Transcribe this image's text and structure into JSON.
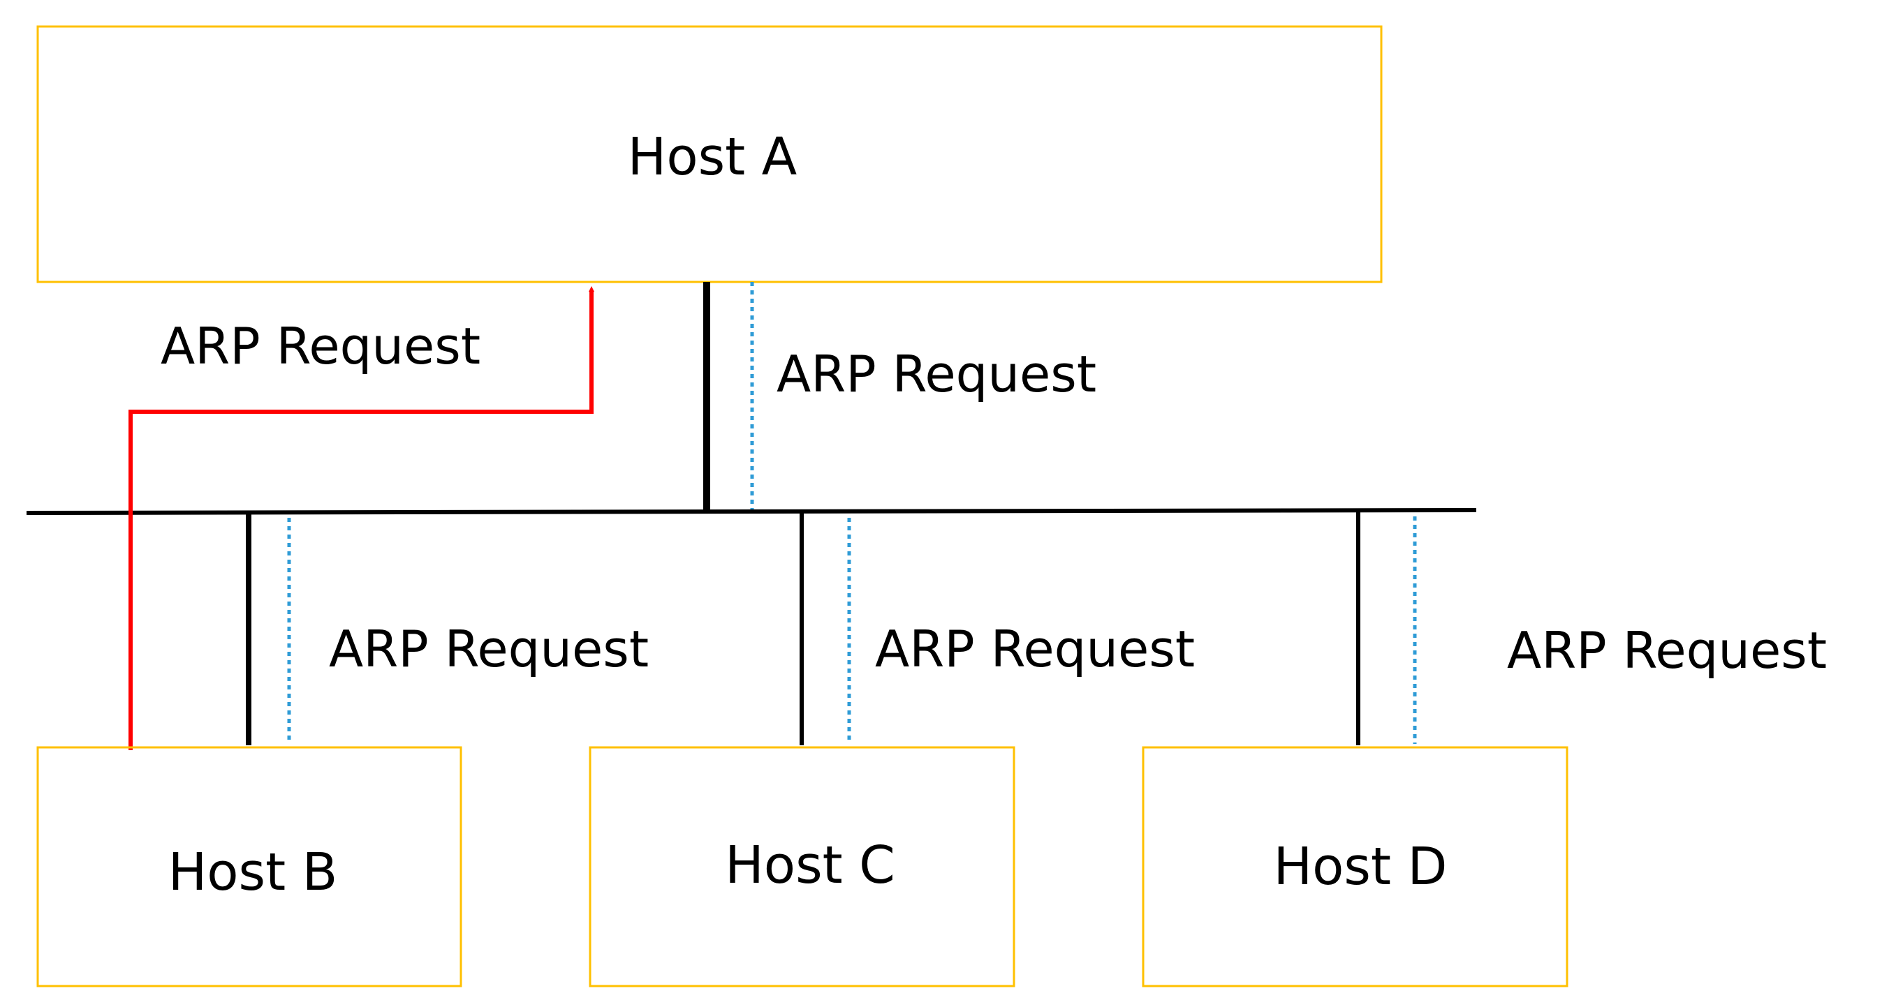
{
  "hosts": {
    "a": {
      "label": "Host A"
    },
    "b": {
      "label": "Host B"
    },
    "c": {
      "label": "Host C"
    },
    "d": {
      "label": "Host D"
    }
  },
  "labels": {
    "reply_to_a": "ARP Request",
    "a_to_bus": "ARP Request",
    "bus_to_b": "ARP Request",
    "bus_to_c": "ARP Request",
    "bus_to_d": "ARP Request"
  },
  "colors": {
    "host_border": "#FFC000",
    "wire": "#000000",
    "broadcast_dotted": "#2E9BD6",
    "reply_arrow": "#FF0000",
    "background": "#FFFFFF"
  }
}
